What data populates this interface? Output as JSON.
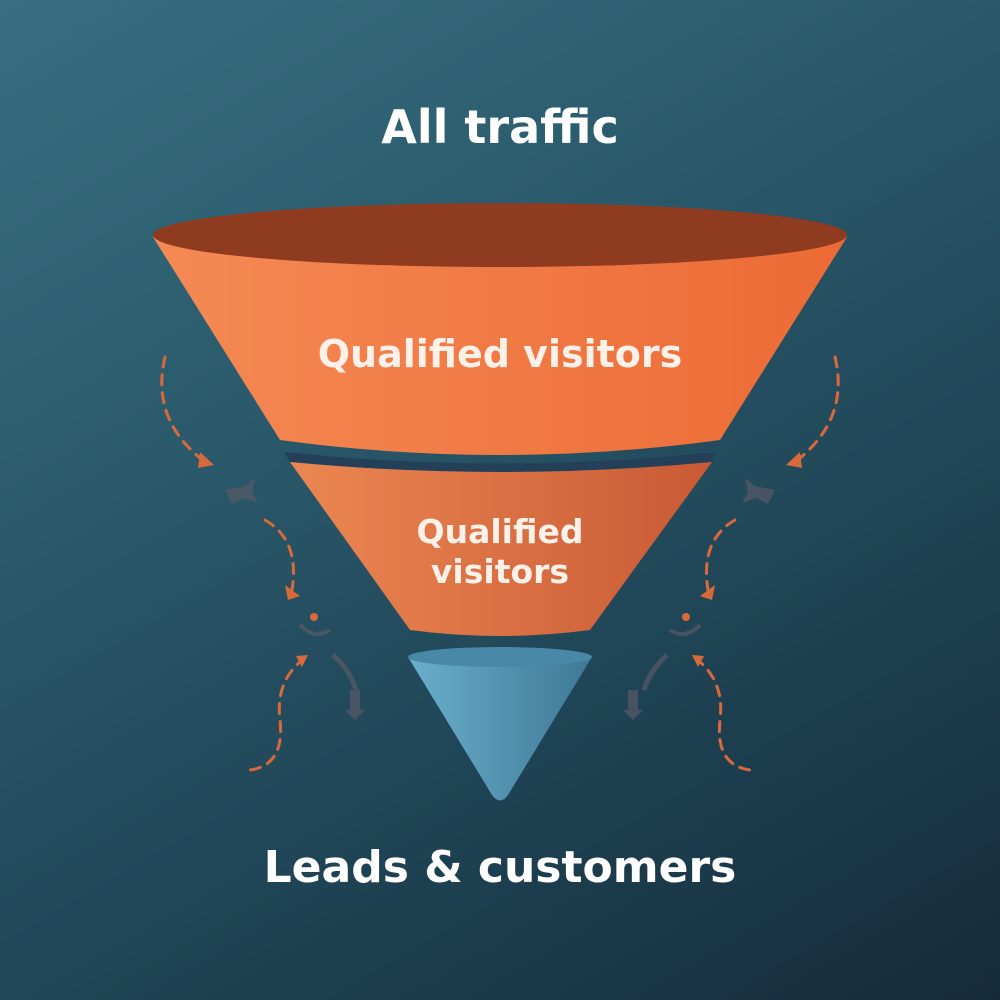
{
  "title": "All traffic",
  "stages": [
    {
      "label": "Qualified visitors"
    },
    {
      "label_line1": "Qualified",
      "label_line2": "visitors"
    },
    {
      "label": ""
    }
  ],
  "bottom_label": "Leads & customers",
  "colors": {
    "orange": "#ee7a46",
    "orange_dark": "#8e3b22",
    "blue_cone": "#5b9cbd",
    "band": "#243f58"
  }
}
